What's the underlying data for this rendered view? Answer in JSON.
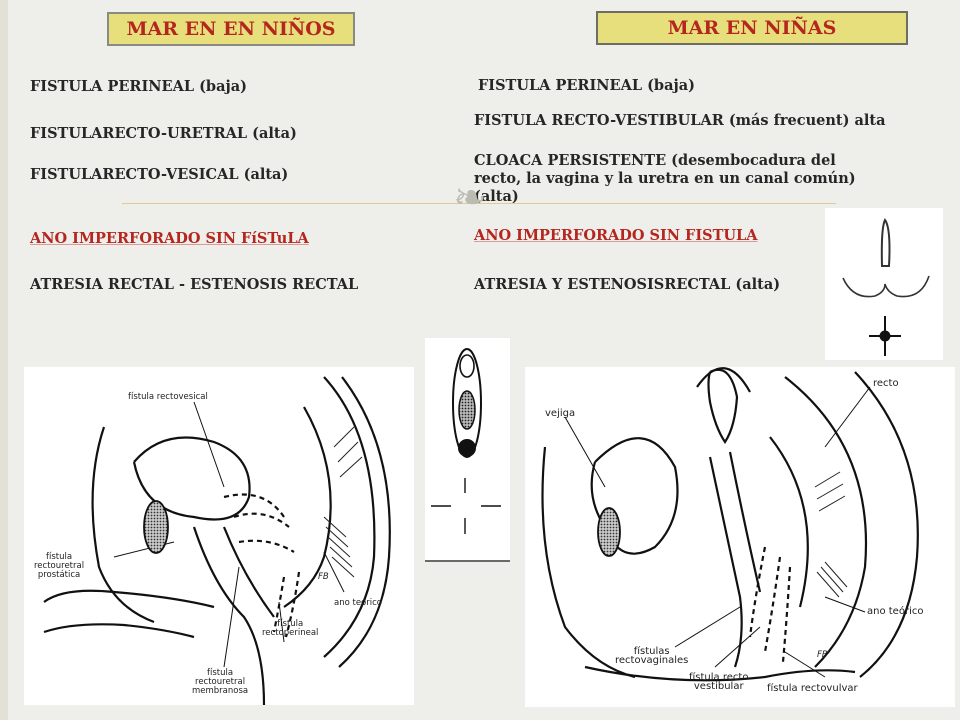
{
  "boys": {
    "header": "MAR EN EN NIÑOS",
    "items": [
      "FISTULA PERINEAL (baja)",
      "FISTULARECTO-URETRAL (alta)",
      "FISTULARECTO-VESICAL (alta)",
      "ANO IMPERFORADO SIN FíSTuLA",
      "ATRESIA RECTAL - ESTENOSIS RECTAL"
    ]
  },
  "girls": {
    "header": "MAR EN NIÑAS",
    "items": [
      "FISTULA PERINEAL (baja)",
      "FISTULA RECTO-VESTIBULAR (más frecuent) alta",
      "CLOACA PERSISTENTE (desembocadura del recto, la vagina y la uretra en un canal común) (alta)",
      "ANO IMPERFORADO SIN FISTULA",
      "ATRESIA Y ESTENOSISRECTAL (alta)"
    ]
  },
  "colors": {
    "header_bg": "#e7df7c",
    "header_text": "#b5261f",
    "body_text": "#262626",
    "slide_bg": "#eeeeea"
  },
  "ornament_icon": "fleuron-icon",
  "male_diagram": {
    "labels": {
      "rectovesical": "fístula rectovesical",
      "prostatic": "fístula\nrectouretral\nprostática",
      "theoretical_anus": "ano teórico",
      "rectoperineal": "fístula\nrectoperineal",
      "membranous": "fístula\nrectouretral\nmembranosa"
    },
    "signature": "FB"
  },
  "female_diagram": {
    "labels": {
      "bladder": "vejiga",
      "rectum": "recto",
      "theoretical_anus": "ano teórico",
      "rectovaginal": "fístulas\nrectovaginales",
      "rectovestibular": "fístula recto\nvestibular",
      "rectovulvar": "fístula rectovulvar"
    },
    "signature": "FB"
  }
}
